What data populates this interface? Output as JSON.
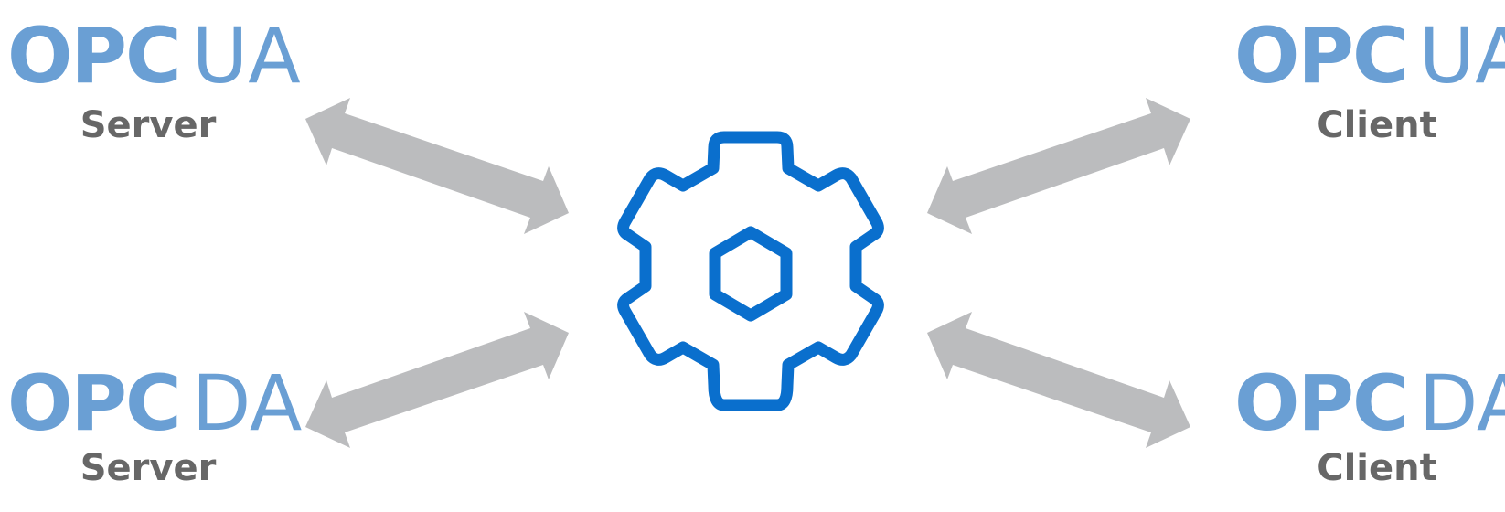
{
  "colors": {
    "opc_blue": "#6a9fd4",
    "label_gray": "#676767",
    "arrow_gray": "#bbbcbe",
    "gear_blue": "#0a6fcd"
  },
  "center_icon": "gear-icon",
  "nodes": {
    "top_left": {
      "brand": "OPC",
      "protocol": "UA",
      "role": "Server"
    },
    "bottom_left": {
      "brand": "OPC",
      "protocol": "DA",
      "role": "Server"
    },
    "top_right": {
      "brand": "OPC",
      "protocol": "UA",
      "role": "Client"
    },
    "bottom_right": {
      "brand": "OPC",
      "protocol": "DA",
      "role": "Client"
    }
  }
}
